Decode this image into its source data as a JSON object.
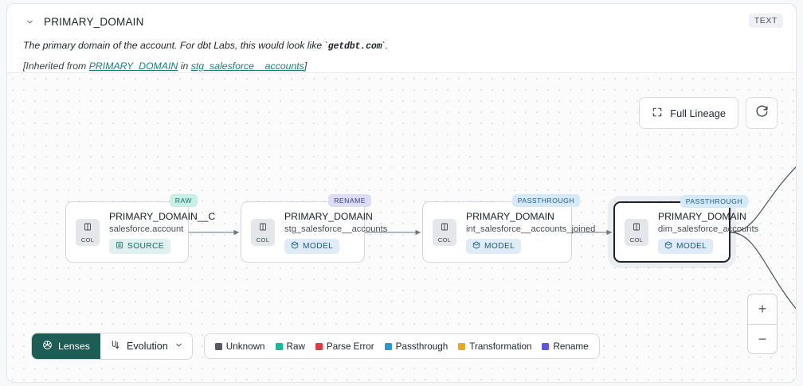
{
  "header": {
    "chevron_icon": "chevron-down-icon",
    "column_title": "PRIMARY_DOMAIN",
    "type_badge": "TEXT",
    "description_pre": "The primary domain of the account. For dbt Labs, this would look like `",
    "description_code": "getdbt.com",
    "description_post": "`.",
    "inherited_prefix": "[Inherited from ",
    "inherited_column": "PRIMARY_DOMAIN",
    "inherited_middle": " in ",
    "inherited_model": "stg_salesforce__accounts",
    "inherited_suffix": "]"
  },
  "canvas_controls": {
    "full_lineage_label": "Full Lineage",
    "full_lineage_icon": "expand-icon",
    "refresh_icon": "refresh-icon",
    "zoom_in_label": "+",
    "zoom_out_label": "−"
  },
  "lineage": {
    "col_chip_label": "COL",
    "nodes": [
      {
        "name": "PRIMARY_DOMAIN__C",
        "subtitle": "salesforce.account",
        "materialization": "SOURCE",
        "materialization_icon": "table-icon",
        "tag": "RAW",
        "tag_color": "#c8efe6",
        "selected": false
      },
      {
        "name": "PRIMARY_DOMAIN",
        "subtitle": "stg_salesforce__accounts",
        "materialization": "MODEL",
        "materialization_icon": "cube-icon",
        "tag": "RENAME",
        "tag_color": "#dcdcf7",
        "selected": false
      },
      {
        "name": "PRIMARY_DOMAIN",
        "subtitle": "int_salesforce__accounts_joined",
        "materialization": "MODEL",
        "materialization_icon": "cube-icon",
        "tag": "PASSTHROUGH",
        "tag_color": "#d5e9fa",
        "selected": false
      },
      {
        "name": "PRIMARY_DOMAIN",
        "subtitle": "dim_salesforce_accounts",
        "materialization": "MODEL",
        "materialization_icon": "cube-icon",
        "tag": "PASSTHROUGH",
        "tag_color": "#d5e9fa",
        "selected": true
      }
    ]
  },
  "bottom_bar": {
    "lenses_label": "Lenses",
    "lenses_icon": "aperture-icon",
    "evolution_label": "Evolution",
    "evolution_icon": "evolution-icon",
    "evolution_chevron": "chevron-down-icon",
    "legend": [
      {
        "label": "Unknown",
        "color": "#545b63"
      },
      {
        "label": "Raw",
        "color": "#15b89a"
      },
      {
        "label": "Parse Error",
        "color": "#e03b42"
      },
      {
        "label": "Passthrough",
        "color": "#1f9bdc"
      },
      {
        "label": "Transformation",
        "color": "#f0a817"
      },
      {
        "label": "Rename",
        "color": "#5b55e0"
      }
    ]
  }
}
